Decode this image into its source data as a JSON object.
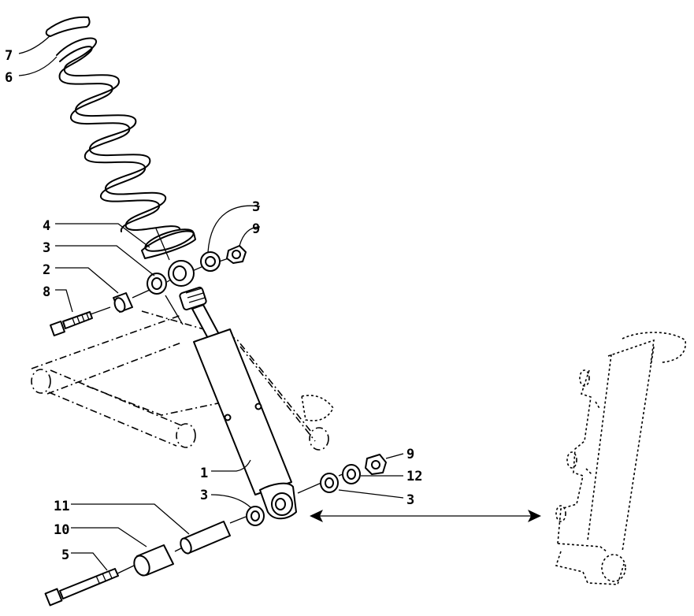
{
  "callouts": [
    {
      "id": "7",
      "text": "7"
    },
    {
      "id": "6",
      "text": "6"
    },
    {
      "id": "4",
      "text": "4"
    },
    {
      "id": "3a",
      "text": "3"
    },
    {
      "id": "2",
      "text": "2"
    },
    {
      "id": "8",
      "text": "8"
    },
    {
      "id": "3b",
      "text": "3"
    },
    {
      "id": "9a",
      "text": "9"
    },
    {
      "id": "1",
      "text": "1"
    },
    {
      "id": "3c",
      "text": "3"
    },
    {
      "id": "11",
      "text": "11"
    },
    {
      "id": "10",
      "text": "10"
    },
    {
      "id": "5",
      "text": "5"
    },
    {
      "id": "9b",
      "text": "9"
    },
    {
      "id": "12",
      "text": "12"
    },
    {
      "id": "3d",
      "text": "3"
    }
  ],
  "colors": {
    "ink": "#000000",
    "paper": "#ffffff"
  }
}
